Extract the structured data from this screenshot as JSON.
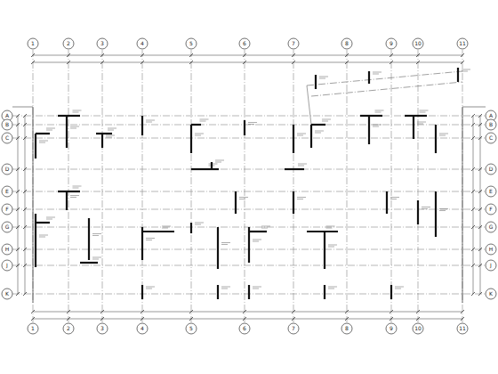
{
  "diagram": {
    "labels": [
      "1",
      "2",
      "3",
      "4",
      "5",
      "6",
      "7",
      "8",
      "9",
      "10",
      "11",
      "1",
      "2",
      "3",
      "4",
      "5",
      "6",
      "7",
      "8",
      "9",
      "10",
      "11",
      "A",
      "B",
      "C",
      "D",
      "E",
      "F",
      "G",
      "H",
      "J",
      "K",
      "A",
      "B",
      "C",
      "D",
      "E",
      "F",
      "G",
      "H",
      "J",
      "K"
    ]
  }
}
